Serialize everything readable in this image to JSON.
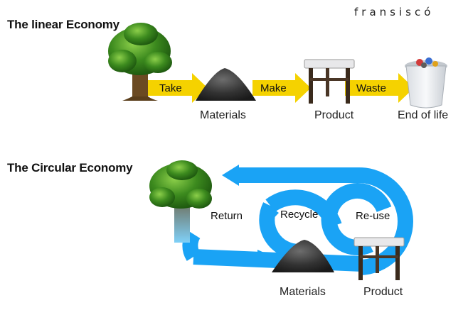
{
  "brand": "fransiscó",
  "linear": {
    "title": "The linear Economy",
    "arrow_labels": [
      "Take",
      "Make",
      "Waste"
    ],
    "nodes": [
      "Materials",
      "Product",
      "End of life"
    ]
  },
  "circular": {
    "title": "The Circular Economy",
    "loops": [
      "Return",
      "Recycle",
      "Re-use"
    ],
    "nodes": [
      "Materials",
      "Product"
    ]
  },
  "colors": {
    "linear_arrow": "#f5d200",
    "circular_arrow": "#1aa3f5",
    "tree_green": "#3c8a1e",
    "trunk": "#6b4a22",
    "materials": "#2f2f2f",
    "stool_top": "#e8e8ea",
    "stool_leg": "#3a2a1c"
  },
  "icons": [
    "tree-icon",
    "materials-pile-icon",
    "stool-icon",
    "trash-can-icon"
  ]
}
